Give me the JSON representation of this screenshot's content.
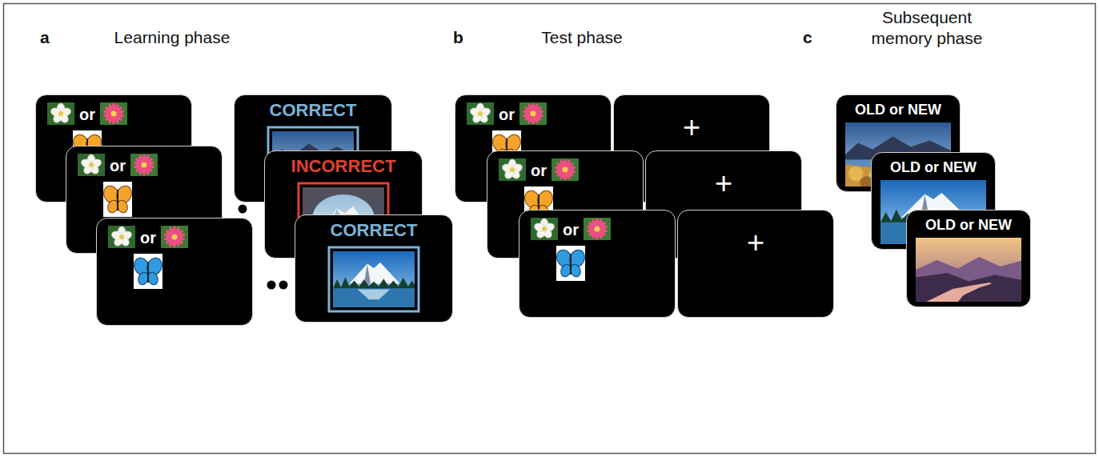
{
  "diagram": {
    "nodes": [
      {
        "text": [
          "or"
        ]
      },
      {
        "text": [
          "CORRECT"
        ]
      },
      {
        "text": [
          "or"
        ]
      },
      {
        "text": [
          "INCORRECT"
        ]
      },
      {
        "text": [
          "or"
        ]
      },
      {
        "text": [
          "CORRECT"
        ]
      },
      {
        "text": [
          "or"
        ]
      },
      {
        "text": [
          "+"
        ]
      },
      {
        "text": [
          "or"
        ]
      },
      {
        "text": [
          "+"
        ]
      },
      {
        "text": [
          "or"
        ]
      },
      {
        "text": [
          "+"
        ]
      },
      {
        "text": [
          "OLD or NEW"
        ]
      },
      {
        "text": [
          "OLD or NEW"
        ]
      },
      {
        "text": [
          "OLD or NEW"
        ]
      }
    ],
    "labels": [
      "a",
      "Learning phase",
      "b",
      "Test phase",
      "c",
      "Subsequent memory phase"
    ]
  }
}
